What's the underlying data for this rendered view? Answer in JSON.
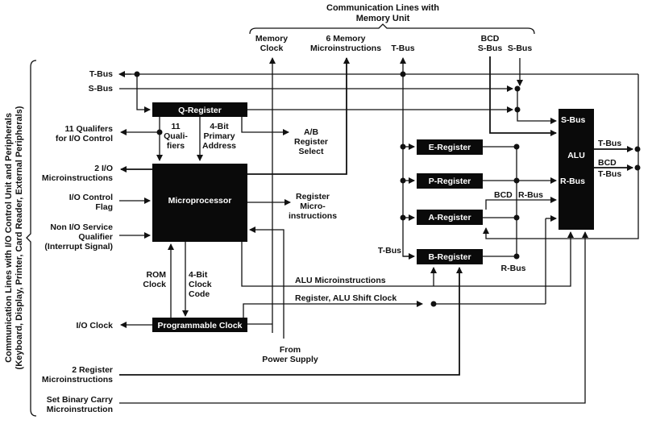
{
  "top_group": {
    "title_line1": "Communication Lines with",
    "title_line2": "Memory Unit",
    "labels": {
      "memory_clock": [
        "Memory",
        "Clock"
      ],
      "memory_microinstructions": [
        "6 Memory",
        "Microinstructions"
      ],
      "t_bus": "T-Bus",
      "bcd_s_bus": [
        "BCD",
        "S-Bus"
      ],
      "s_bus": "S-Bus"
    }
  },
  "left_group": {
    "title_line1": "Communication Lines with I/O Control Unit and Peripherals",
    "title_line2": "(Keyboard, Display, Printer, Card Reader, External Peripherals)",
    "labels": {
      "t_bus": "T-Bus",
      "s_bus": "S-Bus",
      "qualifiers_io": [
        "11 Qualifers",
        "for I/O Control"
      ],
      "io_microinstructions": [
        "2 I/O",
        "Microinstructions"
      ],
      "io_control_flag": [
        "I/O Control",
        "Flag"
      ],
      "non_io_service": [
        "Non I/O Service",
        "Qualifier",
        "(Interrupt Signal)"
      ],
      "io_clock": "I/O Clock",
      "register_microinstructions": [
        "2 Register",
        "Microinstructions"
      ],
      "set_binary_carry": [
        "Set Binary Carry",
        "Microinstruction"
      ]
    }
  },
  "blocks": {
    "q_register": "Q-Register",
    "microprocessor": "Microprocessor",
    "programmable_clock": "Programmable Clock",
    "e_register": "E-Register",
    "p_register": "P-Register",
    "a_register": "A-Register",
    "b_register": "B-Register",
    "alu": "ALU",
    "alu_s_bus": "S-Bus",
    "alu_r_bus": "R-Bus"
  },
  "signals": {
    "qualifiers": [
      "11",
      "Quali-",
      "fiers"
    ],
    "primary_address": [
      "4-Bit",
      "Primary",
      "Address"
    ],
    "ab_register_select": [
      "A/B",
      "Register",
      "Select"
    ],
    "register_micro": [
      "Register",
      "Micro-",
      "instructions"
    ],
    "rom_clock": [
      "ROM",
      "Clock"
    ],
    "clock_code": [
      "4-Bit",
      "Clock",
      "Code"
    ],
    "from_power_supply": [
      "From",
      "Power Supply"
    ],
    "alu_microinstructions": "ALU Microinstructions",
    "shift_clock": "Register, ALU Shift Clock",
    "bcd": "BCD",
    "r_bus": "R-Bus",
    "r_bus_bottom": "R-Bus",
    "t_bus_left": "T-Bus",
    "alu_out_t_bus": "T-Bus",
    "alu_out_bcd": "BCD",
    "alu_out_bcd_t_bus": "T-Bus"
  }
}
